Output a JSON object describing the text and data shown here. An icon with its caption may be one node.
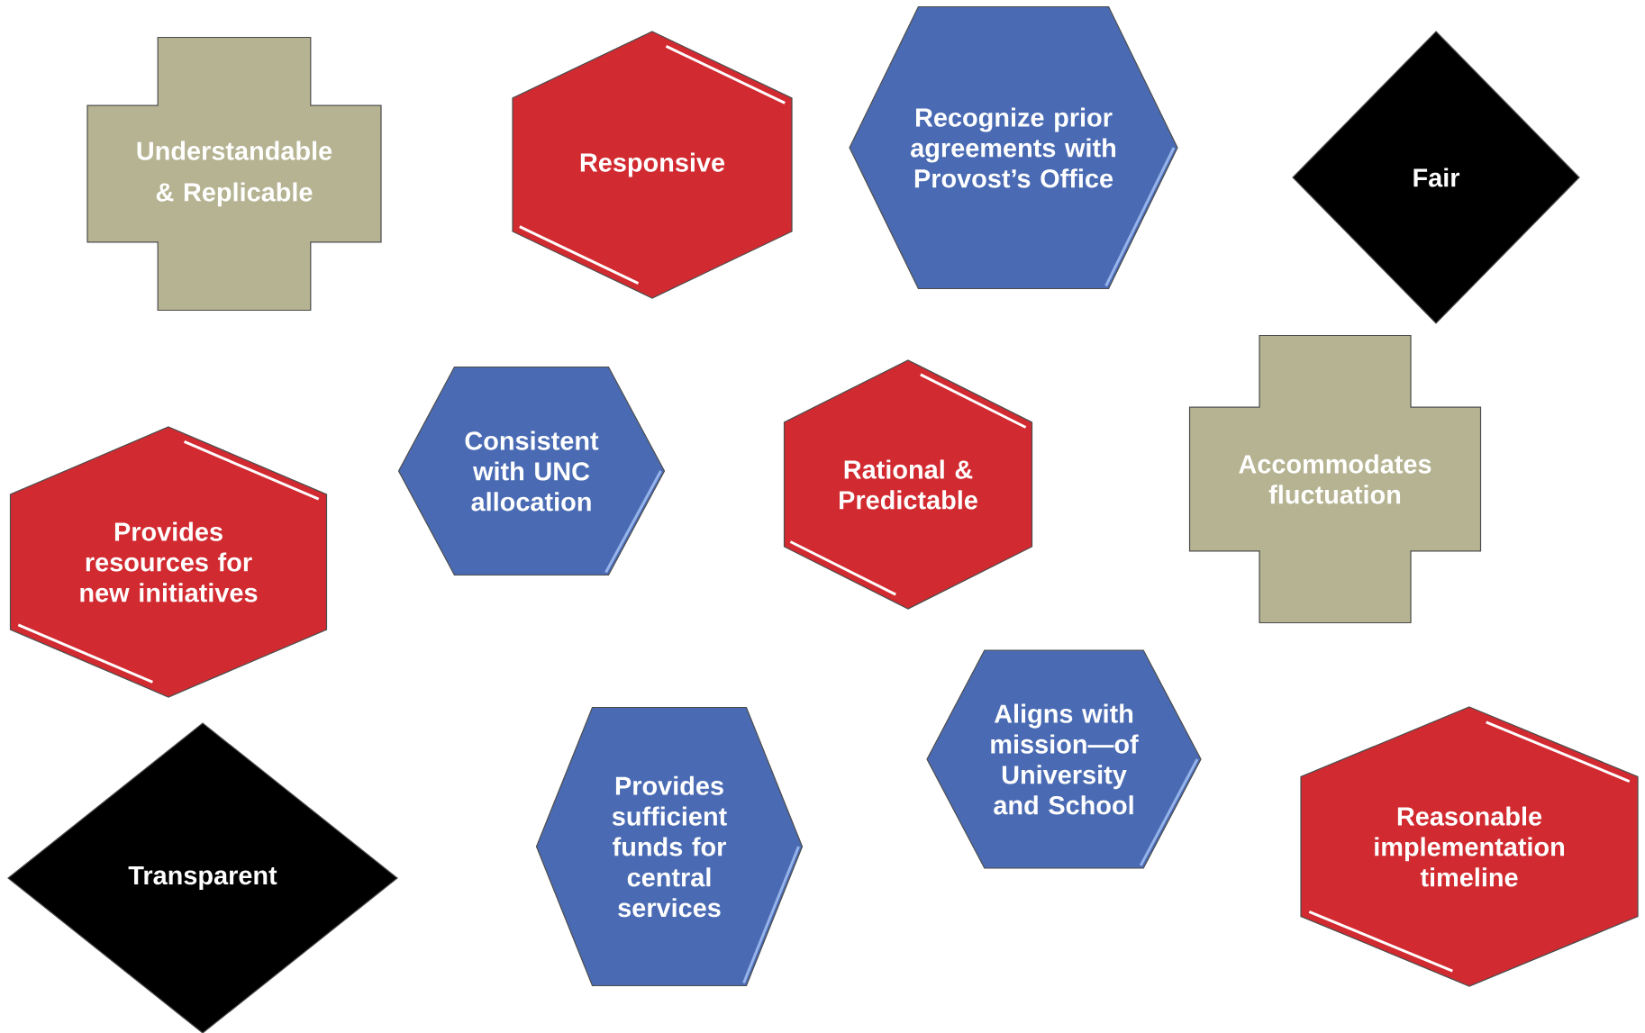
{
  "diagram": {
    "nodes": [
      {
        "text": [
          "Understandable & Replicable"
        ]
      },
      {
        "text": [
          "Responsive"
        ]
      },
      {
        "text": [
          "Recognize prior agreements with Provost’s Office"
        ]
      },
      {
        "text": [
          "Fair"
        ]
      },
      {
        "text": [
          "Provides resources for new initiatives"
        ]
      },
      {
        "text": [
          "Consistent with UNC allocation"
        ]
      },
      {
        "text": [
          "Rational & Predictable"
        ]
      },
      {
        "text": [
          "Accommodates fluctuation"
        ]
      },
      {
        "text": [
          "Transparent"
        ]
      },
      {
        "text": [
          "Provides sufficient funds for central services"
        ]
      },
      {
        "text": [
          "Aligns with mission—of University and School"
        ]
      },
      {
        "text": [
          "Reasonable implementation timeline"
        ]
      }
    ]
  }
}
